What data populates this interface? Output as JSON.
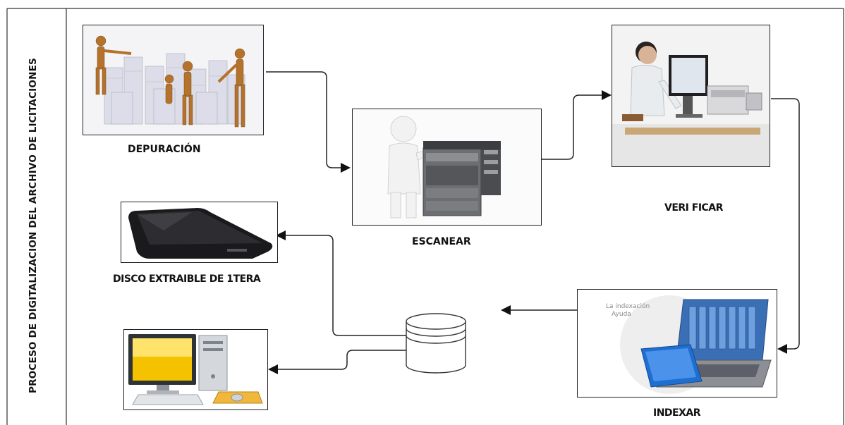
{
  "title_vertical": "PROCESO DE DIGITALIZACION DEL ARCHIVO DE LICITACIONES",
  "steps": {
    "depuracion": "DEPURACIÓN",
    "escanear": "ESCANEAR",
    "verificar": "VERI FICAR",
    "indexar": "INDEXAR",
    "disco": "DISCO EXTRAIBLE DE 1TERA"
  },
  "indexar_image_text": [
    "La indexación",
    "Ayuda"
  ],
  "icons": [
    "people-papers-image",
    "scanner-person-image",
    "workstation-person-image",
    "indexing-laptop-image",
    "external-disk-image",
    "database-icon",
    "desktop-computer-image"
  ]
}
